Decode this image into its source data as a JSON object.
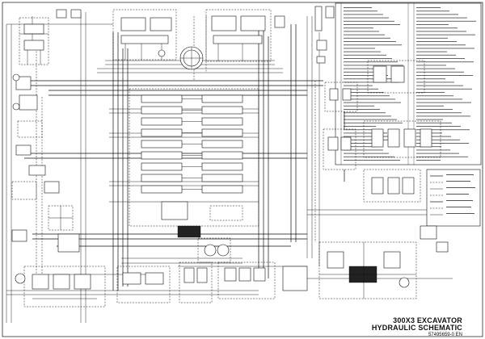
{
  "title_block": {
    "line1": "300X3 EXCAVATOR",
    "line2": "HYDRAULIC SCHEMATIC",
    "part_number": "57495659-0 EN"
  },
  "colors": {
    "ink": "#111111",
    "paper": "#ffffff"
  }
}
